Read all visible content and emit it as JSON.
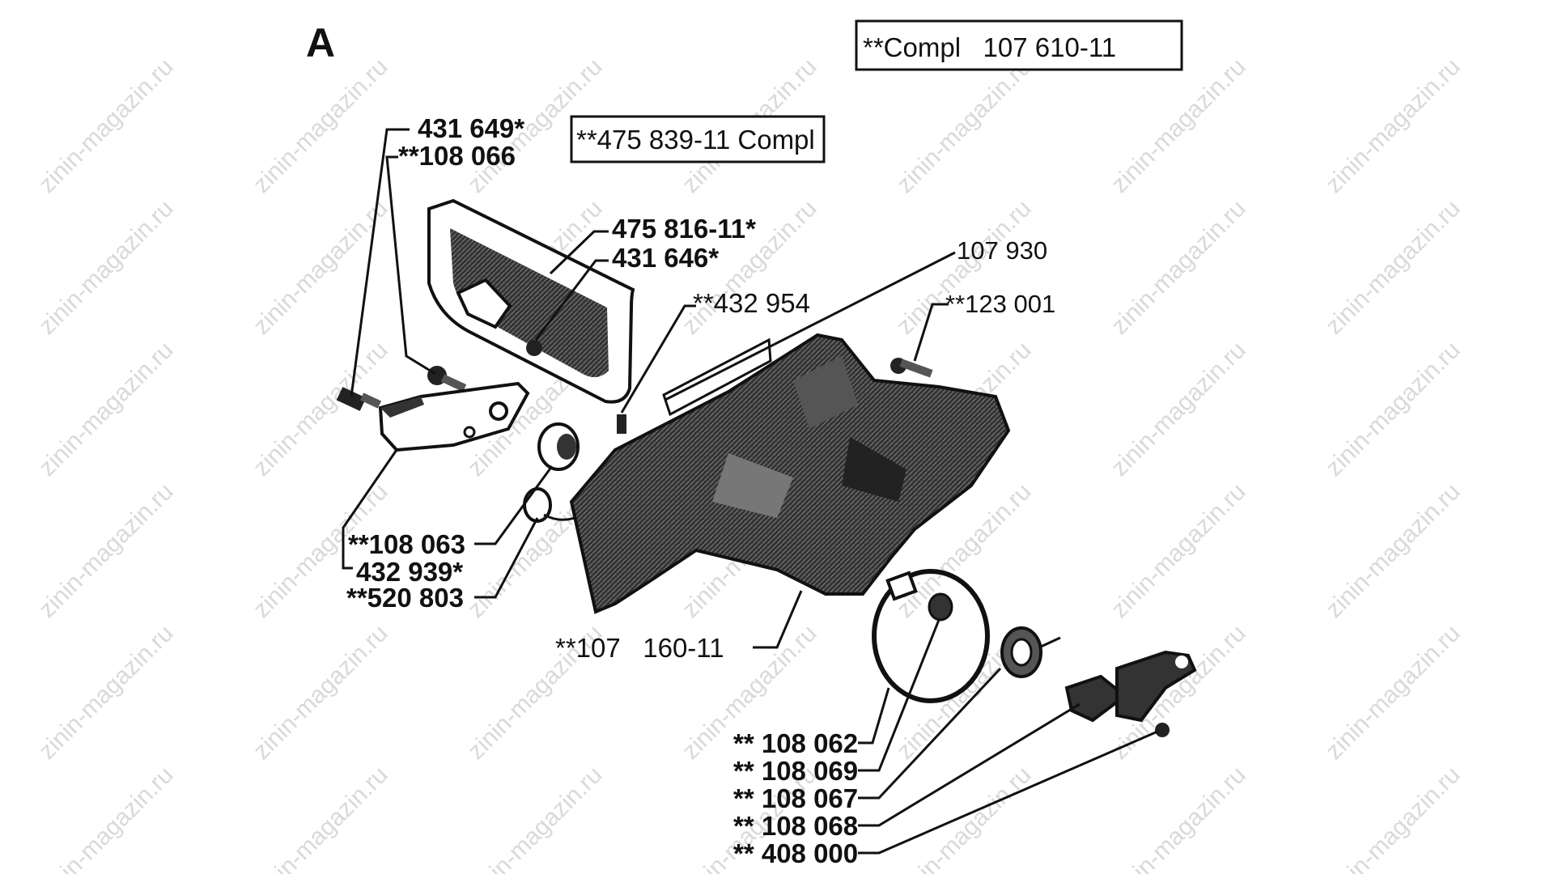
{
  "diagram": {
    "section_letter": "A",
    "assembly_box": "**Compl   107 610-11",
    "subassembly_box": "**475 839-11 Compl",
    "watermark_text": "zinin-magazin.ru",
    "labels": {
      "p431649": "431 649*",
      "p108066": "**108 066",
      "p475816": "475 816-11*",
      "p431646": "431 646*",
      "p432954": "**432 954",
      "p107930": "107 930",
      "p123001": "**123 001",
      "p108063": "**108 063",
      "p432939": "432 939*",
      "p520803": "**520 803",
      "p107160": "**107   160-11",
      "p108062": "** 108 062",
      "p108069": "** 108 069",
      "p108067": "** 108 067",
      "p108068": "** 108 068",
      "p408000": "** 408 000"
    },
    "colors": {
      "ink": "#111111",
      "shade": "#4a4a4a",
      "paper": "#ffffff"
    }
  }
}
